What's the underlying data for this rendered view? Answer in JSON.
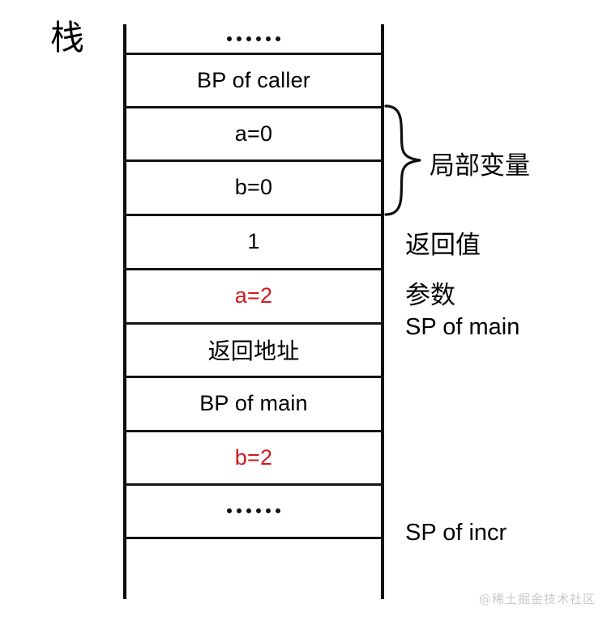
{
  "diagram": {
    "stack_label": "栈",
    "rows": [
      {
        "id": "top-ellipsis",
        "text": "……",
        "kind": "dots",
        "color": "black"
      },
      {
        "id": "bp-of-caller",
        "text": "BP of caller",
        "kind": "latin",
        "color": "black"
      },
      {
        "id": "a-equals-0",
        "text": "a=0",
        "kind": "latin",
        "color": "black"
      },
      {
        "id": "b-equals-0",
        "text": "b=0",
        "kind": "latin",
        "color": "black"
      },
      {
        "id": "return-value-1",
        "text": "1",
        "kind": "latin",
        "color": "black"
      },
      {
        "id": "a-equals-2",
        "text": "a=2",
        "kind": "latin",
        "color": "red"
      },
      {
        "id": "return-address",
        "text": "返回地址",
        "kind": "cjk",
        "color": "black"
      },
      {
        "id": "bp-of-main",
        "text": "BP of main",
        "kind": "latin",
        "color": "black"
      },
      {
        "id": "b-equals-2",
        "text": "b=2",
        "kind": "latin",
        "color": "red"
      },
      {
        "id": "bottom-ellipsis",
        "text": "……",
        "kind": "dots",
        "color": "black"
      },
      {
        "id": "empty-bottom",
        "text": "",
        "kind": "empty",
        "color": "black"
      }
    ],
    "annotations": [
      {
        "id": "local-variables",
        "text": "局部变量",
        "script": "cjk"
      },
      {
        "id": "return-value",
        "text": "返回值",
        "script": "cjk"
      },
      {
        "id": "parameters",
        "text": "参数",
        "script": "cjk"
      },
      {
        "id": "sp-of-main",
        "text": "SP of main",
        "script": "latin"
      },
      {
        "id": "sp-of-incr",
        "text": "SP of incr",
        "script": "latin"
      }
    ],
    "brace": {
      "label": "local-variables-brace",
      "spans": [
        "a-equals-0",
        "b-equals-0"
      ]
    },
    "colors": {
      "line": "#111111",
      "text": "#000000",
      "highlight_red": "#cf1a1f",
      "watermark": "#c9c9c9",
      "background": "#ffffff"
    }
  },
  "watermark": {
    "text": "@稀土掘金技术社区"
  }
}
